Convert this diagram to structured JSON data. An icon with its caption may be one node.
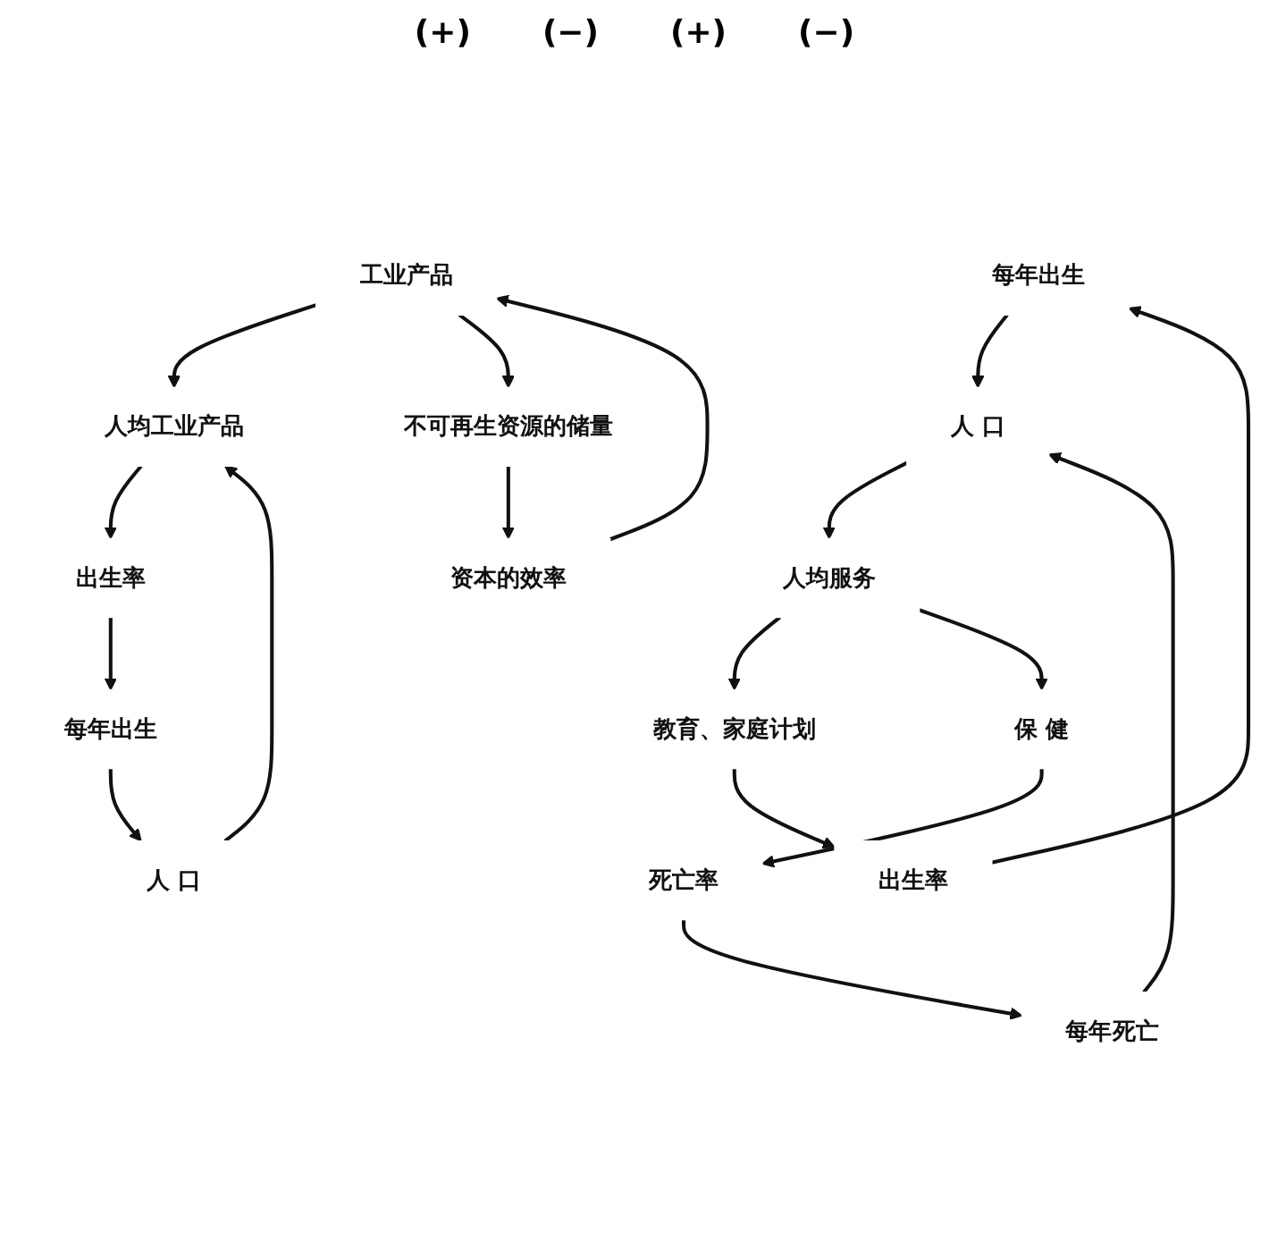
{
  "diagram": {
    "nodes": [
      {
        "text": [
          "每年出生"
        ]
      },
      {
        "text": [
          "人 口"
        ]
      },
      {
        "text": [
          "每年死亡"
        ]
      },
      {
        "text": [
          "出生率"
        ]
      },
      {
        "text": [
          "死亡率"
        ]
      },
      {
        "text": [
          "人均服务"
        ]
      },
      {
        "text": [
          "教育、家庭计划"
        ]
      },
      {
        "text": [
          "保 健"
        ]
      },
      {
        "text": [
          "人均工业产品"
        ]
      },
      {
        "text": [
          "人 口"
        ]
      },
      {
        "text": [
          "工业产品"
        ]
      },
      {
        "text": [
          "资本的效率"
        ]
      },
      {
        "text": [
          "每年出生"
        ]
      },
      {
        "text": [
          "出生率"
        ]
      },
      {
        "text": [
          "不可再生资源的储量"
        ]
      }
    ],
    "edges": [
      {
        "from": 0,
        "to": 1,
        "arrow": "to"
      },
      {
        "from": 2,
        "to": 1,
        "arrow": "to"
      },
      {
        "from": 1,
        "to": 5,
        "arrow": "to"
      },
      {
        "from": 5,
        "to": 6,
        "arrow": "to"
      },
      {
        "from": 5,
        "to": 7,
        "arrow": "to"
      },
      {
        "from": 6,
        "to": 3,
        "arrow": "to"
      },
      {
        "from": 3,
        "to": 0,
        "arrow": "to"
      },
      {
        "from": 7,
        "to": 4,
        "arrow": "to"
      },
      {
        "from": 4,
        "to": 2,
        "arrow": "to"
      },
      {
        "from": 9,
        "to": 8,
        "arrow": "to"
      },
      {
        "from": 10,
        "to": 8,
        "arrow": "to"
      },
      {
        "from": 8,
        "to": 13,
        "arrow": "to"
      },
      {
        "from": 13,
        "to": 12,
        "arrow": "to"
      },
      {
        "from": 12,
        "to": 9,
        "arrow": "to"
      },
      {
        "from": 10,
        "to": 14,
        "arrow": "to"
      },
      {
        "from": 14,
        "to": 11,
        "arrow": "to"
      },
      {
        "from": 11,
        "to": 10,
        "arrow": "to"
      }
    ],
    "labels": [
      "(+)",
      "(−)",
      "(+)",
      "(−)"
    ]
  }
}
